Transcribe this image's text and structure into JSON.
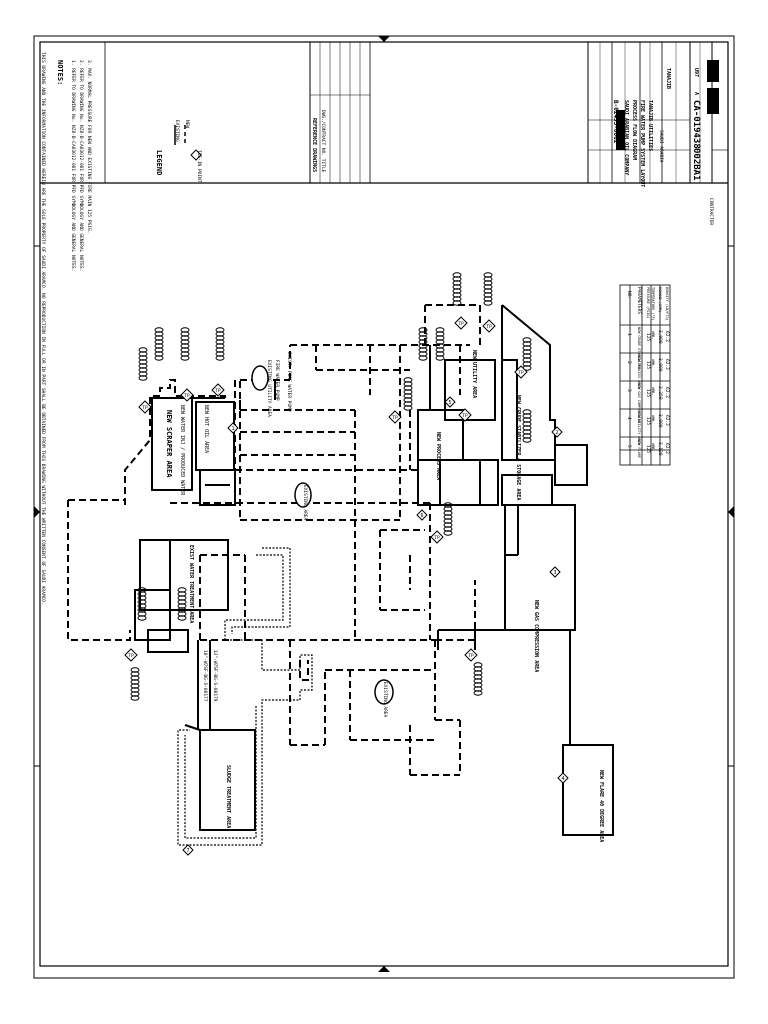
{
  "drawing": {
    "header_notice": "THIS DRAWING AND THE INFORMATION CONTAINED HEREIN ARE THE SOLE PROPERTY OF SAUDI ARAMCO. NO REPRODUCTION IN FULL OR IN PART SHALL BE OBTAINED FROM THIS DRAWING WITHOUT THE WRITTEN CONSENT OF SAUDI ARAMCO.",
    "notes_title": "NOTES:",
    "notes": [
      "1. REFER TO DRAWING No. NZ8-B-CA03012-001 FOR PFD SYMBOLOGY AND GENERAL NOTES.",
      "2. REFER TO DRAWING No. NZ8-B-CA03012-001 FOR PFD SYMBOLOGY AND GENERAL NOTES.",
      "3. MAX. NORMAL PRESSURE FOR NEW AND EXISTING FIRE MAIN 125 PSIG."
    ],
    "legend_title": "LEGEND",
    "legend_items": [
      "EXISTING",
      "NEW",
      "TIE-IN POINT"
    ],
    "reference_drawings_title": "REFERENCE DRAWINGS",
    "ref_columns": "DWG./CONTRACT NO.   TITLE",
    "company": "SAUDI ARABIAN OIL COMPANY",
    "title_line1": "PROCESS FLOW DIAGRAM",
    "title_line2": "FIRE WATER PUMP SYSTEM LAYOUT",
    "title_line3": "TANAJIB UTILITIES",
    "location": "SAUDI ARABIA",
    "plant": "TANAJIB",
    "drawing_number": "CA-019438",
    "sheet_number": "002BA1",
    "doc_number": "B-02453-0002",
    "plant_no": "U97",
    "revision": "A",
    "status": "CONTRACTOR"
  },
  "areas": {
    "scraper": "NEW SCRAPER AREA",
    "water_inj": "NEW WATER INJ / PRODUCED WATER",
    "hot_oil": "NEW HOT OIL AREA",
    "fire_pump": "FIRE WATER PUMP",
    "fwp_note": "EXIST. FIRE WATER PUMP",
    "existing_utility": "EXISTING UTILITY AREA",
    "process_area": "NEW PROCESS AREA",
    "utility_area": "NEW UTILITY AREA",
    "crude": "NEW CRUDE STABILIZER & STORAGE AREA",
    "gas_comp": "NEW GAS COMPRESSION AREA",
    "water_treat": "EXIST WATER TREATMENT AREA",
    "sludge": "SLUDGE TREATMENT AREA",
    "flare": "NEW FLARE 40 DEGREE AREA",
    "existing_area": "EXISTING AREA",
    "line1": "10\"-W7SF-BG-S-00177",
    "line2": "12\"-W7SF-BG-S-00179"
  },
  "table": {
    "headers": [
      "NO.",
      "1",
      "2",
      "3",
      "4",
      "5"
    ],
    "rows": [
      [
        "PARAMETERS",
        "NEW CRUDE STABILIZER",
        "NEW PROCESS AREA",
        "NEW GAS COMPRESSION",
        "NEW UTILITY AREA",
        "NEW FLARE"
      ],
      [
        "PRESSURE (PSIG)",
        "125",
        "125",
        "125",
        "125",
        "125"
      ],
      [
        "TEMPERATURE (°F)",
        "AMB.",
        "AMB.",
        "AMB.",
        "AMB.",
        "AMB."
      ],
      [
        "DEMAND (GPM)",
        "3,000",
        "3,000",
        "2,250",
        "3,000",
        "3,120"
      ],
      [
        "DENSITY (LB/FT3)",
        "62.2",
        "62.2",
        "62.2",
        "62.2",
        "62.2"
      ]
    ]
  },
  "markers": {
    "tp": "TP",
    "nums": [
      "1",
      "2",
      "3",
      "4",
      "5",
      "6",
      "7"
    ]
  }
}
